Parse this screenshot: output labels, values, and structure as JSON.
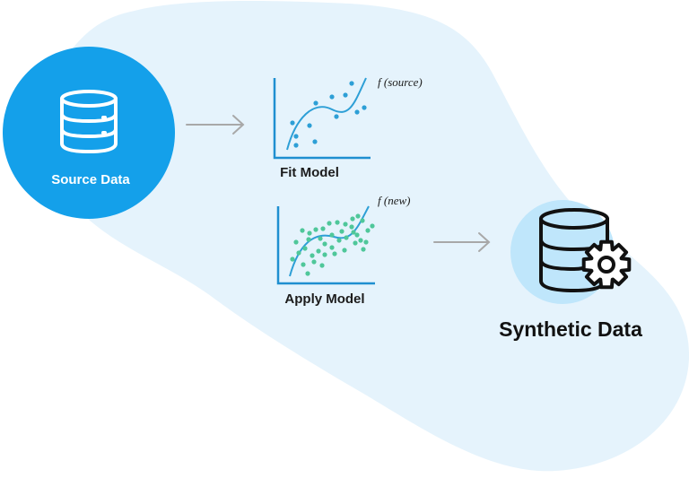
{
  "source": {
    "label": "Source Data",
    "icon": "database-icon"
  },
  "fit": {
    "label": "Fit Model",
    "formula": "f (source)"
  },
  "apply": {
    "label": "Apply Model",
    "formula": "f (new)"
  },
  "synthetic": {
    "label": "Synthetic Data",
    "icon": "database-gear-icon"
  },
  "colors": {
    "blob": "#e5f3fc",
    "primary": "#14a0ea",
    "light_circle": "#bfe6fb",
    "arrow": "#a8a8a8",
    "fit_points": "#2d9fd6",
    "apply_points": "#4fc79a"
  }
}
